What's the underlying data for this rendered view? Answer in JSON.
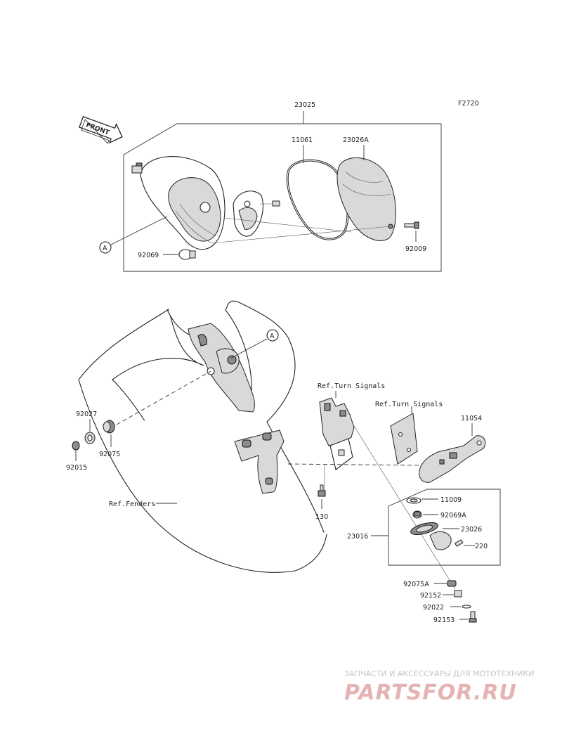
{
  "figure_code": "F2720",
  "callouts": {
    "c23025": "23025",
    "c11061": "11061",
    "c23026A": "23026A",
    "c92009": "92009",
    "c92069": "92069",
    "cA_top": "A",
    "cA_mid": "A",
    "c92027": "92027",
    "c92075": "92075",
    "c92015": "92015",
    "c11054": "11054",
    "c130": "130",
    "c11009": "11009",
    "c92069A": "92069A",
    "c23026": "23026",
    "c23016": "23016",
    "c220": "220",
    "c92075A": "92075A",
    "c92152": "92152",
    "c92022": "92022",
    "c92153": "92153"
  },
  "references": {
    "turn_signals_1": "Ref.Turn Signals",
    "turn_signals_2": "Ref.Turn Signals",
    "fenders": "Ref.Fenders"
  },
  "front_arrow": "FRONT",
  "watermark": {
    "caption": "ЗАПЧАСТИ И АКСЕССУАРЫ ДЛЯ МОТОТЕХНИКИ",
    "brand": "PARTSFOR.RU"
  },
  "colors": {
    "ink": "#222222",
    "watermark_red": "#e6b3b3"
  }
}
